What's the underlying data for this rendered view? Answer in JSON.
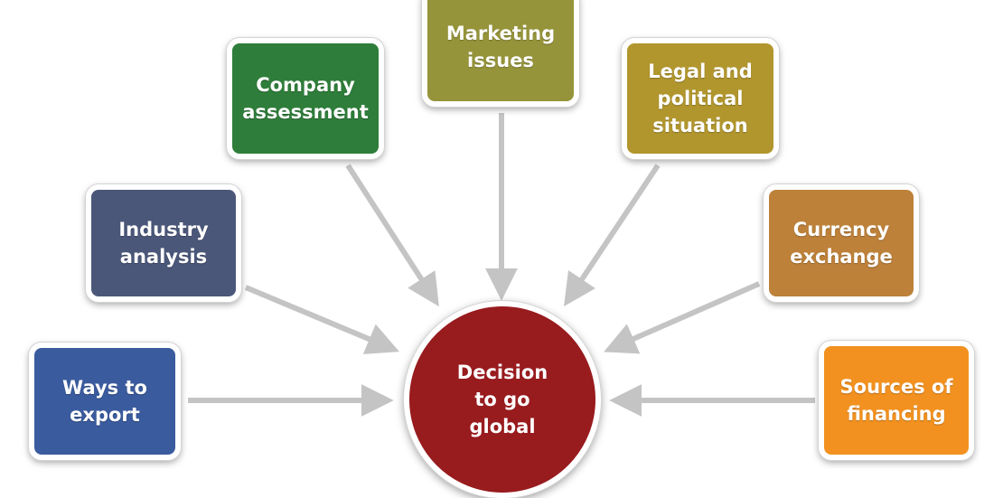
{
  "center": {
    "label": "Decision\nto go\nglobal",
    "color": "#981b1e"
  },
  "factors": [
    {
      "id": "ways-to-export",
      "label": "Ways to\nexport",
      "color": "#3a5b9e"
    },
    {
      "id": "industry-analysis",
      "label": "Industry\nanalysis",
      "color": "#4b5779"
    },
    {
      "id": "company-assessment",
      "label": "Company\nassessment",
      "color": "#2e7d3a"
    },
    {
      "id": "marketing-issues",
      "label": "Marketing\nissues",
      "color": "#96943a"
    },
    {
      "id": "legal-and-political-situation",
      "label": "Legal and\npolitical\nsituation",
      "color": "#b1962e"
    },
    {
      "id": "currency-exchange",
      "label": "Currency\nexchange",
      "color": "#bd813a"
    },
    {
      "id": "sources-of-financing",
      "label": "Sources of\nfinancing",
      "color": "#f2911f"
    }
  ],
  "arrow_color": "#c4c4c4"
}
